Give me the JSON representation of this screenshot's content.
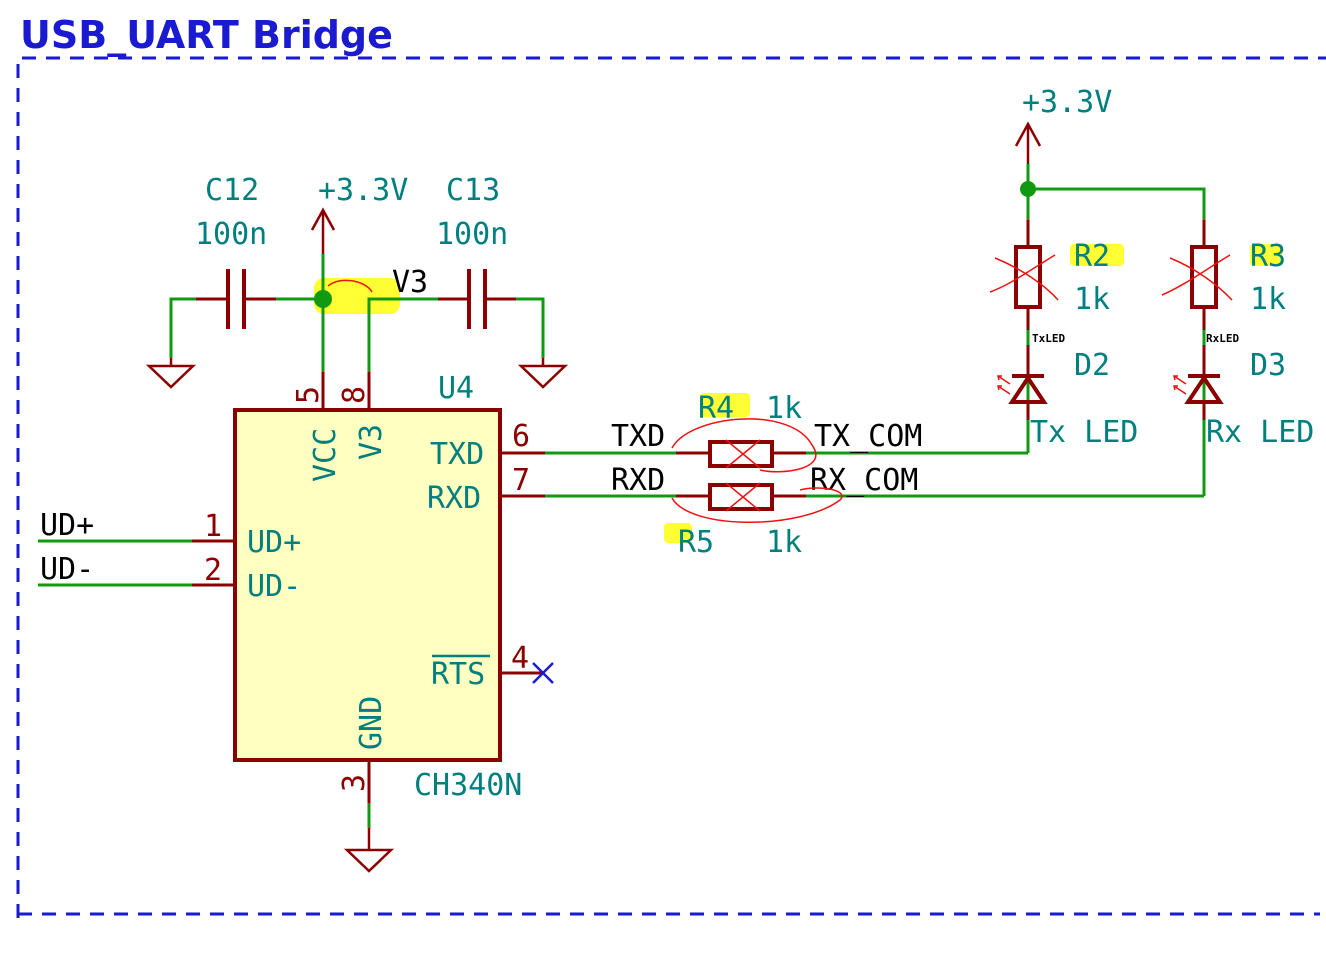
{
  "sheet": {
    "title": "USB_UART Bridge"
  },
  "power": {
    "v33": "+3.3V"
  },
  "caps": {
    "c12": {
      "ref": "C12",
      "value": "100n"
    },
    "c13": {
      "ref": "C13",
      "value": "100n"
    }
  },
  "nets": {
    "v3": "V3",
    "txd": "TXD",
    "rxd": "RXD",
    "tx_com": "TX_COM",
    "rx_com": "RX_COM",
    "ud_plus": "UD+",
    "ud_minus": "UD-"
  },
  "ic": {
    "ref": "U4",
    "value": "CH340N",
    "pins": {
      "vcc": {
        "num": "5",
        "name": "VCC"
      },
      "v3": {
        "num": "8",
        "name": "V3"
      },
      "txd": {
        "num": "6",
        "name": "TXD"
      },
      "rxd": {
        "num": "7",
        "name": "RXD"
      },
      "udp": {
        "num": "1",
        "name": "UD+"
      },
      "udm": {
        "num": "2",
        "name": "UD-"
      },
      "rts": {
        "num": "4",
        "name": "RTS"
      },
      "gnd": {
        "num": "3",
        "name": "GND"
      }
    }
  },
  "resistors": {
    "r2": {
      "ref": "R2",
      "value": "1k"
    },
    "r3": {
      "ref": "R3",
      "value": "1k"
    },
    "r4": {
      "ref": "R4",
      "value": "1k"
    },
    "r5": {
      "ref": "R5",
      "value": "1k"
    }
  },
  "leds": {
    "d2": {
      "ref": "D2",
      "value": "Tx LED",
      "net": "TxLED"
    },
    "d3": {
      "ref": "D3",
      "value": "Rx LED",
      "net": "RxLED"
    }
  },
  "colors": {
    "wire": "#119911",
    "symbol": "#8b0000",
    "label": "#007f7f",
    "sheet_border": "#1a1ad0",
    "highlight": "#ffff33",
    "annotation": "#ee1111"
  }
}
